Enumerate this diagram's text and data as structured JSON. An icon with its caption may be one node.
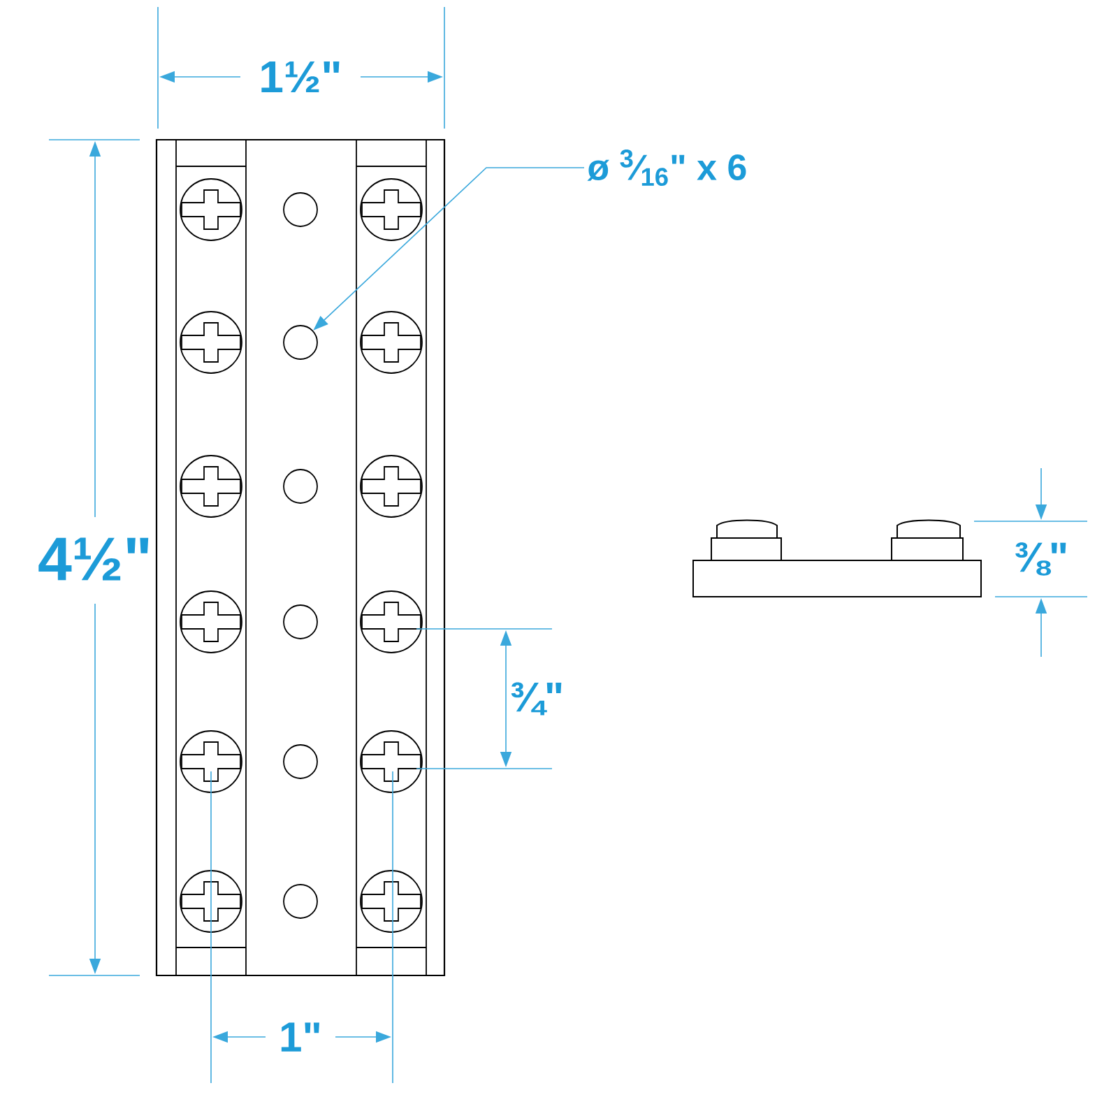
{
  "diagram": {
    "nodes": [
      {
        "text": [
          "ø $^{3}$⁄$_{16}$\" x 6"
        ]
      },
      {
        "text": [],
        "shape": "circle"
      }
    ],
    "edges": [
      {
        "from": 0,
        "to": 1,
        "arrow": "to"
      }
    ],
    "labels": [
      "1½\"",
      "4½\"",
      "⅜\"",
      "¾\"",
      "1\""
    ]
  }
}
